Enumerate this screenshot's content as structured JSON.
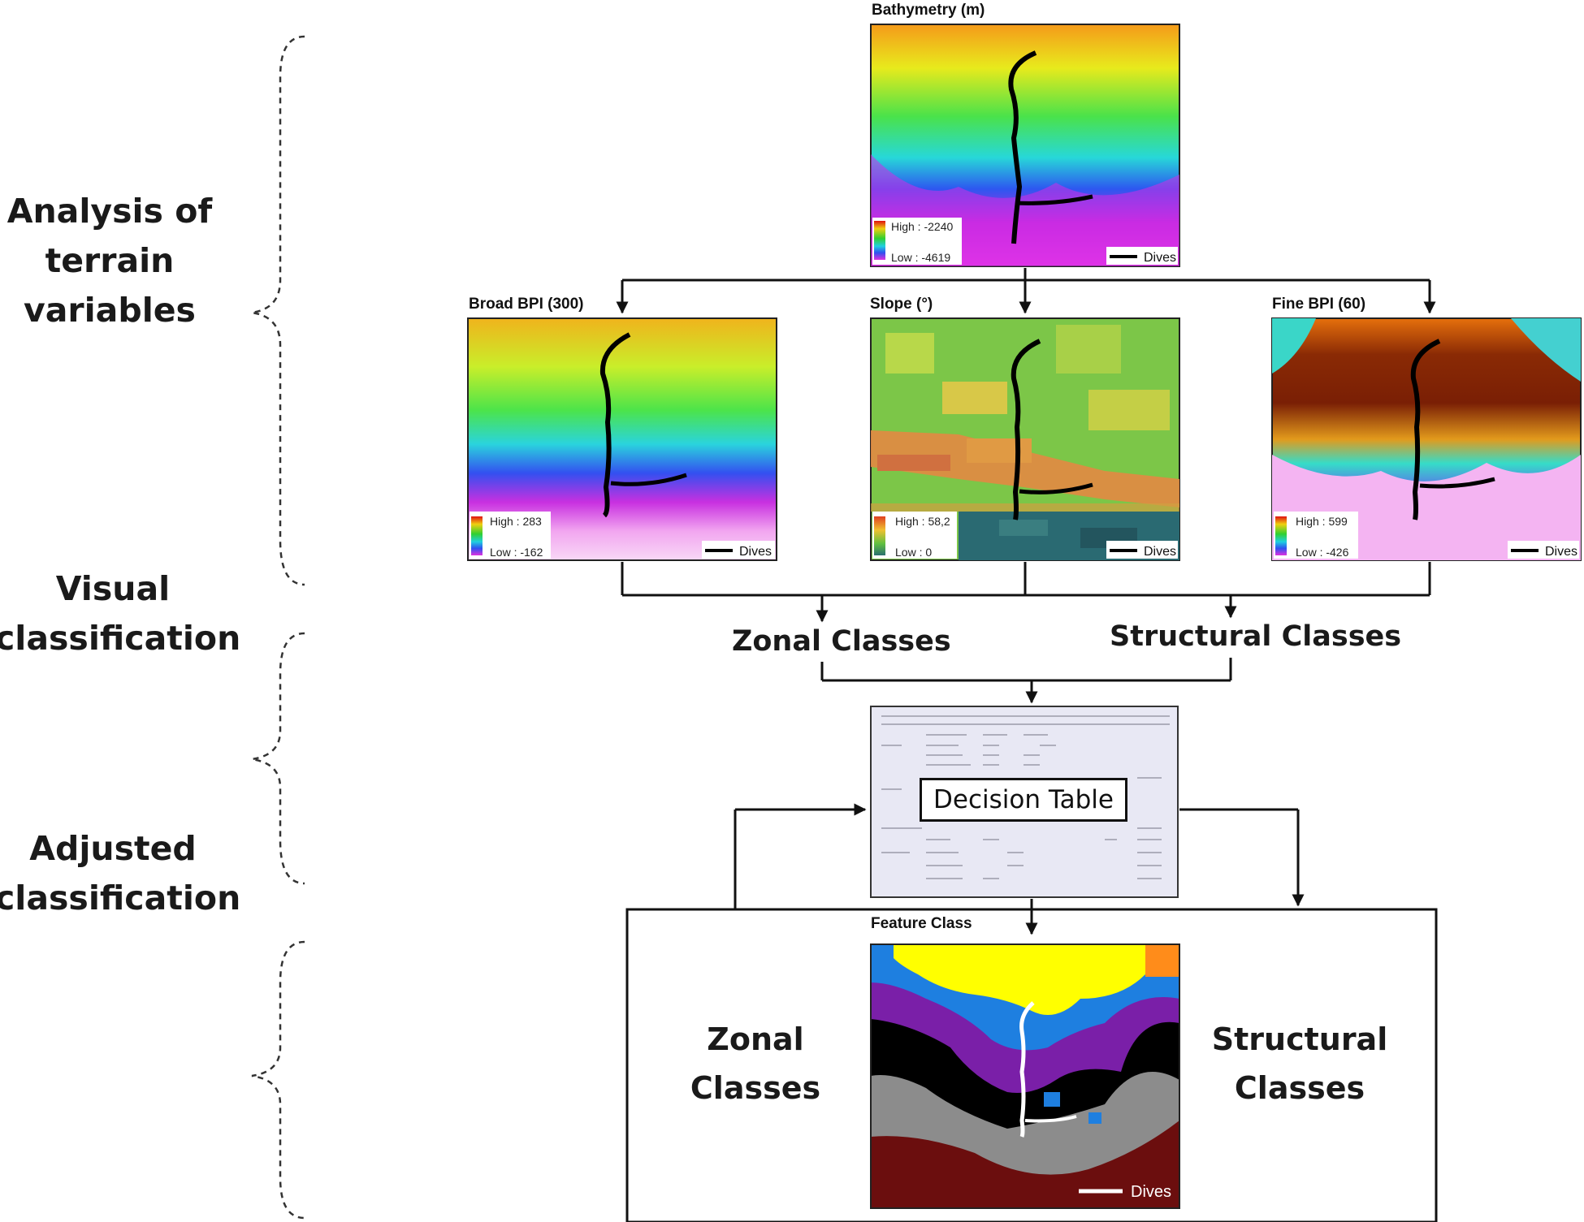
{
  "stages": {
    "analysis": "Analysis of terrain variables",
    "visual": "Visual classification",
    "adjusted": "Adjusted classification"
  },
  "panels": {
    "bathymetry": {
      "title": "Bathymetry (m)",
      "high": "High : -2240",
      "low": "Low : -4619",
      "dives": "Dives"
    },
    "broad_bpi": {
      "title": "Broad BPI (300)",
      "high": "High : 283",
      "low": "Low : -162",
      "dives": "Dives"
    },
    "slope": {
      "title": "Slope (°)",
      "high": "High : 58,2",
      "low": "Low : 0",
      "dives": "Dives"
    },
    "fine_bpi": {
      "title": "Fine BPI (60)",
      "high": "High : 599",
      "low": "Low : -426",
      "dives": "Dives"
    },
    "feature": {
      "title": "Feature Class",
      "dives": "Dives"
    }
  },
  "classes": {
    "zonal": "Zonal Classes",
    "structural": "Structural Classes",
    "zonal_word1": "Zonal",
    "zonal_word2": "Classes",
    "structural_word1": "Structural",
    "structural_word2": "Classes"
  },
  "decision_table": {
    "label": "Decision Table"
  },
  "colors": {
    "line": "#111111",
    "feature_yellow": "#ffff00",
    "feature_blue": "#1e7fe0",
    "feature_purple": "#7a1fa8",
    "feature_black": "#000000",
    "feature_gray": "#8c8c8c",
    "feature_darkred": "#6b0e0e",
    "feature_orange": "#ff8c1a"
  }
}
